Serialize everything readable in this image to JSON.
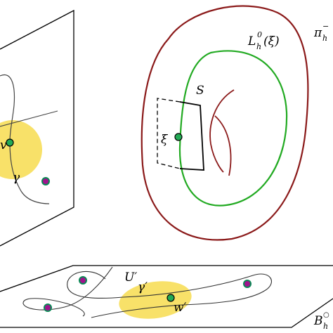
{
  "labels": {
    "leaf": "L",
    "leaf_sub": "h",
    "leaf_sup": "0",
    "leaf_arg": "(ξ)",
    "pi": "π",
    "pi_sub": "h",
    "pi_sup": "−",
    "S": "S",
    "xi": "ξ",
    "v": "v",
    "gamma": "γ",
    "U_prime": "U′",
    "gamma_prime": "γ′",
    "w_prime": "w′",
    "B": "B",
    "B_sub": "h",
    "B_sup": "○"
  },
  "colors": {
    "outer_curve": "#8b1a1a",
    "leaf_curve": "#22aa22",
    "inner_curves": "#8b1a1a",
    "highlight_region": "#f7dc4f",
    "point_fill": "#22aa55",
    "marked_point_fill": "#a0148c",
    "line": "#000000"
  }
}
